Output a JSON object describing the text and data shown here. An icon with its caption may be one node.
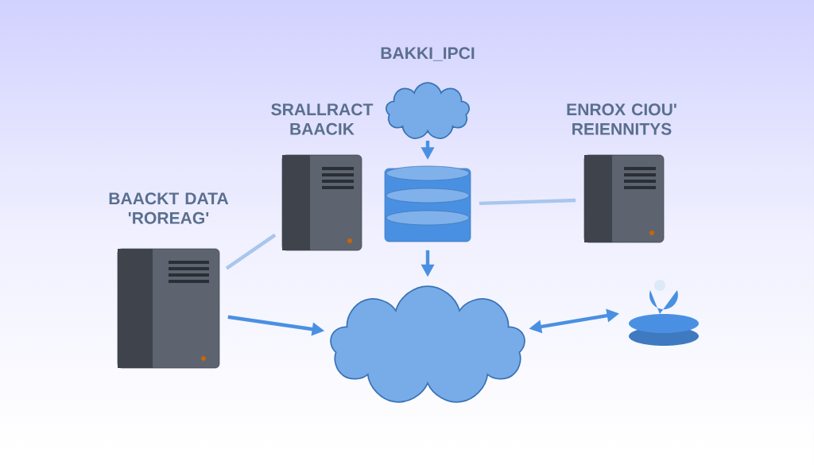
{
  "diagram": {
    "nodes": [
      {
        "text": [],
        "shape": "cloud"
      },
      {
        "text": [],
        "shape": "cylinder"
      },
      {
        "text": [],
        "shape": "box"
      },
      {
        "text": [],
        "shape": "box"
      },
      {
        "text": [],
        "shape": "box"
      },
      {
        "text": [],
        "shape": "cloud"
      },
      {
        "text": [],
        "shape": "picture"
      }
    ],
    "edges": [
      {
        "from": 0,
        "to": 1,
        "arrow": "to"
      },
      {
        "from": 1,
        "to": 5,
        "arrow": "to"
      },
      {
        "from": 4,
        "to": 5,
        "arrow": "to"
      },
      {
        "from": 5,
        "to": 6,
        "arrow": "both"
      },
      {
        "from": 4,
        "to": 2,
        "arrow": "none",
        "color": "#a9c6ec"
      },
      {
        "from": 1,
        "to": 3,
        "arrow": "none",
        "color": "#a9c6ec"
      }
    ],
    "labels": [
      "BAKKI_IPCI",
      "SRALLRACT BAACIK",
      "ENROX CIOU' REIENNITYS",
      "BAACKT DATA 'ROREAG'"
    ]
  }
}
